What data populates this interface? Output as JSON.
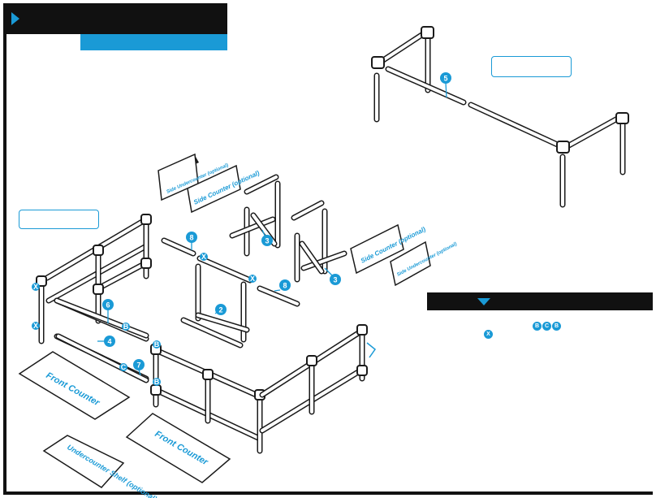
{
  "parts": {
    "number_labels": [
      "5",
      "8",
      "3",
      "8",
      "3",
      "2",
      "6",
      "4",
      "7"
    ],
    "letter_labels": [
      "B",
      "C",
      "X"
    ]
  },
  "panels": {
    "side_undercounter_left": "Side Undercounter (optional)",
    "side_counter_left": "Side Counter (optional)",
    "side_counter_right": "Side Counter (optional)",
    "side_undercounter_right": "Side Undercounter (optional)",
    "front_counter_left": "Front Counter",
    "front_counter_right": "Front Counter",
    "undercounter_shelf": "Undercounter Shelf (optional)"
  },
  "colors": {
    "accent": "#1a9ad6",
    "line": "#1a1a1a",
    "header": "#111111"
  }
}
